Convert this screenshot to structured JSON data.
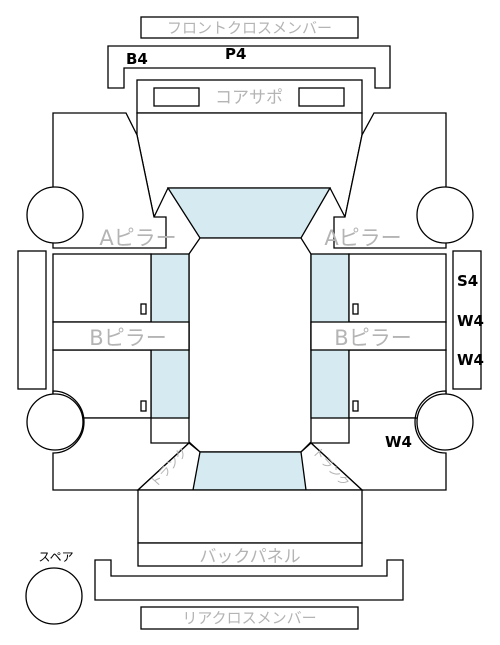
{
  "labels": {
    "front_cross_member": "フロントクロスメンバー",
    "core_support": "コアサポ",
    "a_pillar_left": "Aピラー",
    "a_pillar_right": "Aピラー",
    "b_pillar_left": "Bピラー",
    "b_pillar_right": "Bピラー",
    "back_panel": "バックパネル",
    "rear_cross_member": "リアクロスメンバー",
    "trunk_left": "トランク",
    "trunk_right": "トランク",
    "spare": "スペア"
  },
  "codes": {
    "b4": "B4",
    "p4": "P4",
    "s4": "S4",
    "w4_upper": "W4",
    "w4_lower": "W4",
    "w4_wheel": "W4"
  },
  "colors": {
    "glass": "#d6ebf1",
    "label_gray": "#b4b4b4",
    "line": "#000000"
  }
}
